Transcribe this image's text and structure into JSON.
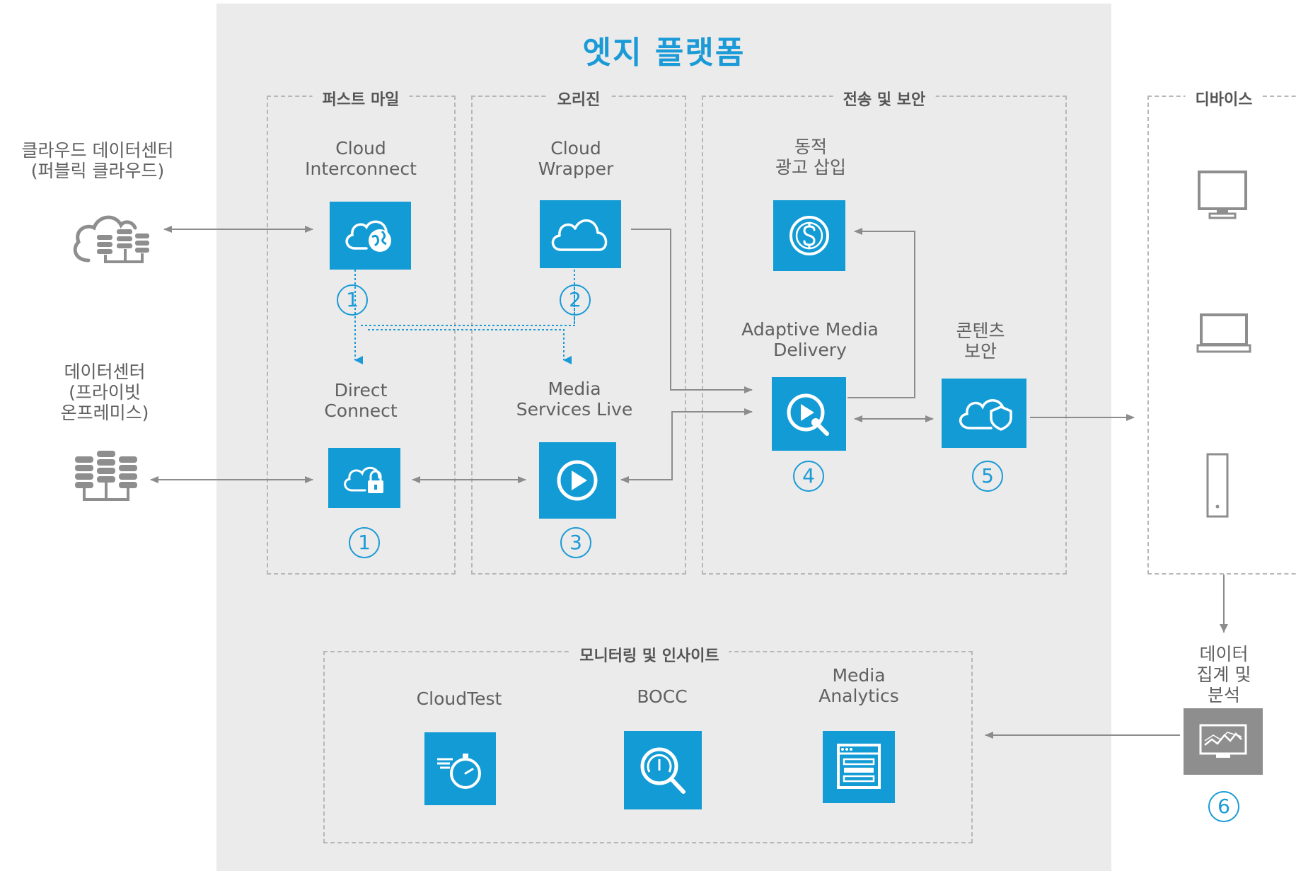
{
  "title": "엣지 플랫폼",
  "colors": {
    "accent": "#129bd4",
    "line": "#8c8c8c",
    "dashed": "#1a9ad6",
    "grey_tile": "#8e8e8e"
  },
  "sections": {
    "first_mile": "퍼스트 마일",
    "origin": "오리진",
    "delivery_security": "전송 및 보안",
    "devices": "디바이스",
    "monitoring": "모니터링 및 인사이트"
  },
  "sources": {
    "cloud_dc": "클라우드 데이터센터\n(퍼블릭 클라우드)",
    "on_prem_dc": "데이터센터\n(프라이빗\n온프레미스)"
  },
  "nodes": {
    "cloud_interconnect": {
      "label": "Cloud\nInterconnect",
      "badge": "1",
      "icon": "cloud-globe-icon"
    },
    "cloud_wrapper": {
      "label": "Cloud\nWrapper",
      "badge": "2",
      "icon": "cloud-icon"
    },
    "direct_connect": {
      "label": "Direct\nConnect",
      "badge": "1",
      "icon": "cloud-lock-icon"
    },
    "media_services_live": {
      "label": "Media\nServices Live",
      "badge": "3",
      "icon": "play-icon"
    },
    "dynamic_ad": {
      "label": "동적\n광고 삽입",
      "icon": "dollar-icon"
    },
    "adaptive_media": {
      "label": "Adaptive Media\nDelivery",
      "badge": "4",
      "icon": "play-wrench-icon"
    },
    "content_security": {
      "label": "콘텐츠\n보안",
      "badge": "5",
      "icon": "cloud-shield-icon"
    },
    "data_analytics": {
      "label": "데이터\n집계 및 분석",
      "badge": "6",
      "icon": "monitor-chart-icon"
    }
  },
  "monitoring_tools": [
    {
      "label": "CloudTest",
      "icon": "stopwatch-icon"
    },
    {
      "label": "BOCC",
      "icon": "gauge-search-icon"
    },
    {
      "label": "Media\nAnalytics",
      "icon": "dashboard-window-icon"
    }
  ],
  "devices": [
    "monitor-icon",
    "laptop-icon",
    "phone-icon"
  ]
}
